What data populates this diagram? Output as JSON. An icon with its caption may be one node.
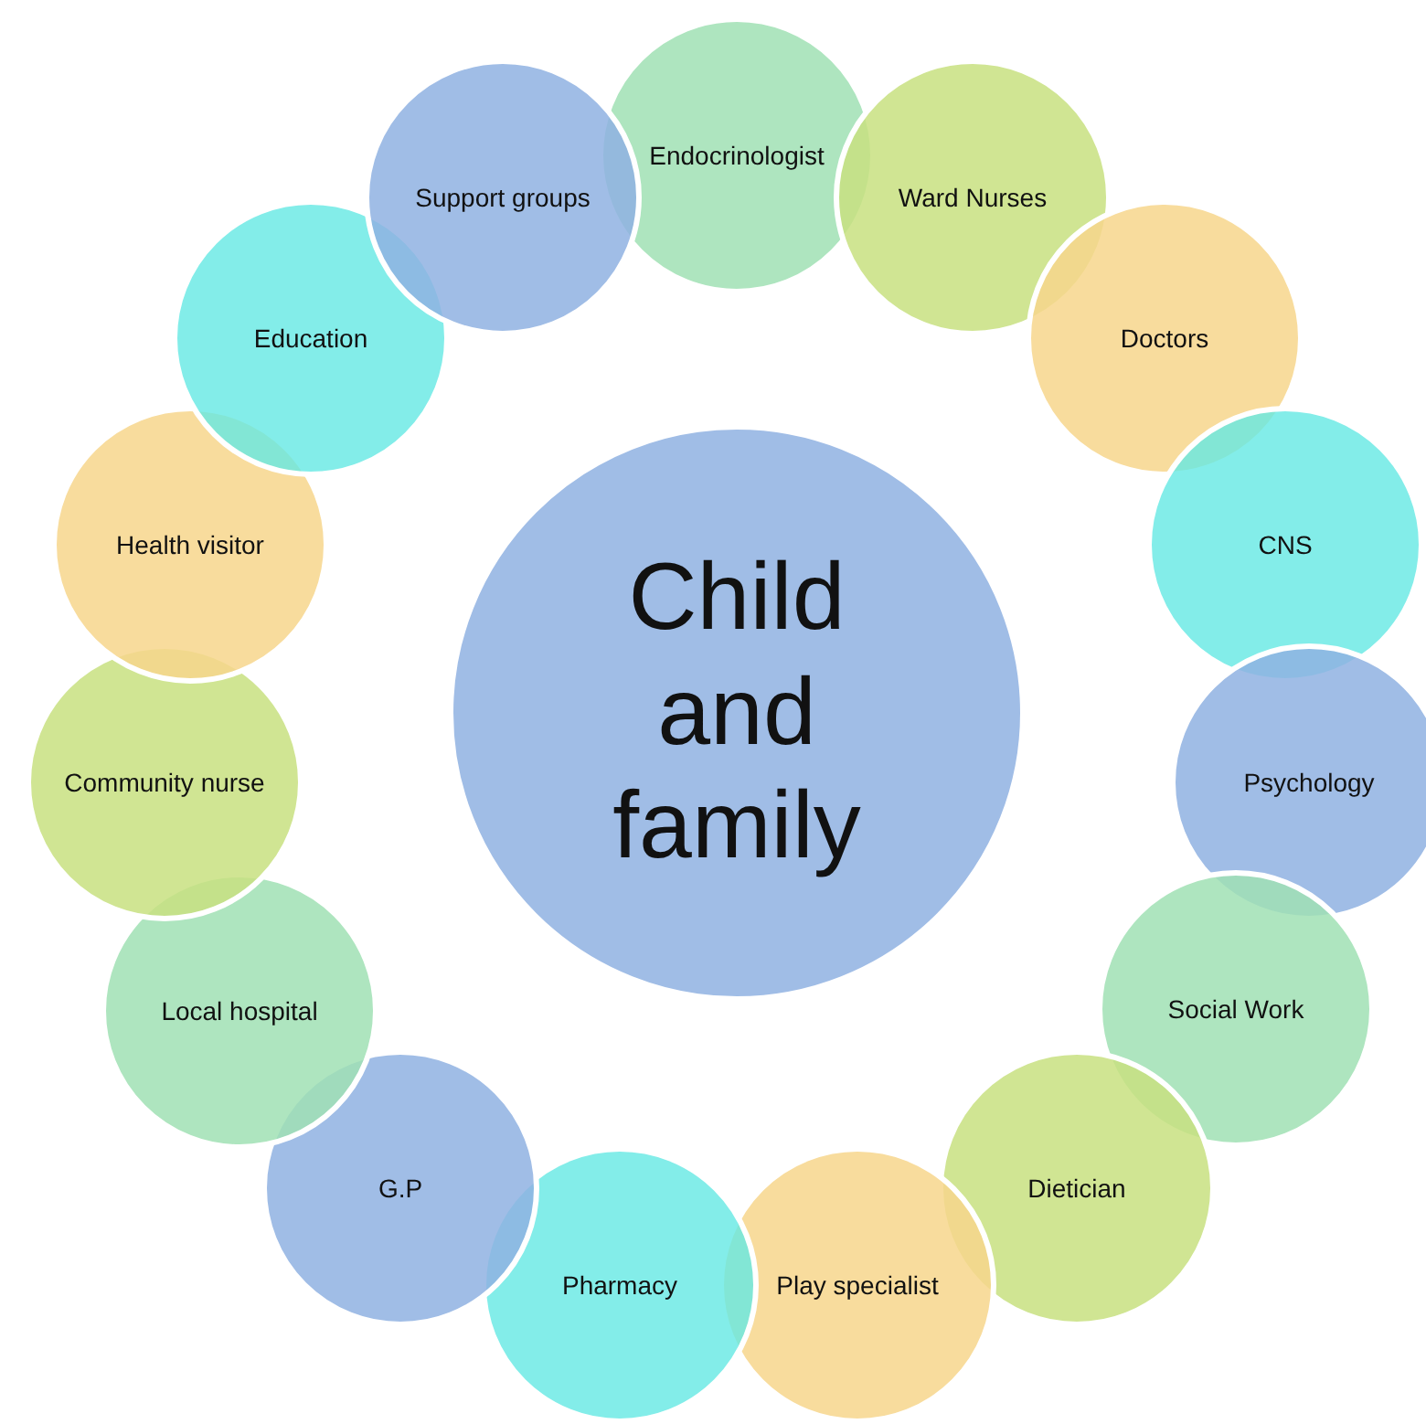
{
  "diagram": {
    "nodes": [
      {
        "text": [
          "Child and family"
        ]
      },
      {
        "text": [
          "Endocrinologist"
        ]
      },
      {
        "text": [
          "Ward Nurses"
        ]
      },
      {
        "text": [
          "Doctors"
        ]
      },
      {
        "text": [
          "CNS"
        ]
      },
      {
        "text": [
          "Psychology"
        ]
      },
      {
        "text": [
          "Social Work"
        ]
      },
      {
        "text": [
          "Dietician"
        ]
      },
      {
        "text": [
          "Play specialist"
        ]
      },
      {
        "text": [
          "Pharmacy"
        ]
      },
      {
        "text": [
          "G.P"
        ]
      },
      {
        "text": [
          "Local hospital"
        ]
      },
      {
        "text": [
          "Community nurse"
        ]
      },
      {
        "text": [
          "Health visitor"
        ]
      },
      {
        "text": [
          "Education"
        ]
      },
      {
        "text": [
          "Support groups"
        ]
      }
    ],
    "edges": []
  }
}
